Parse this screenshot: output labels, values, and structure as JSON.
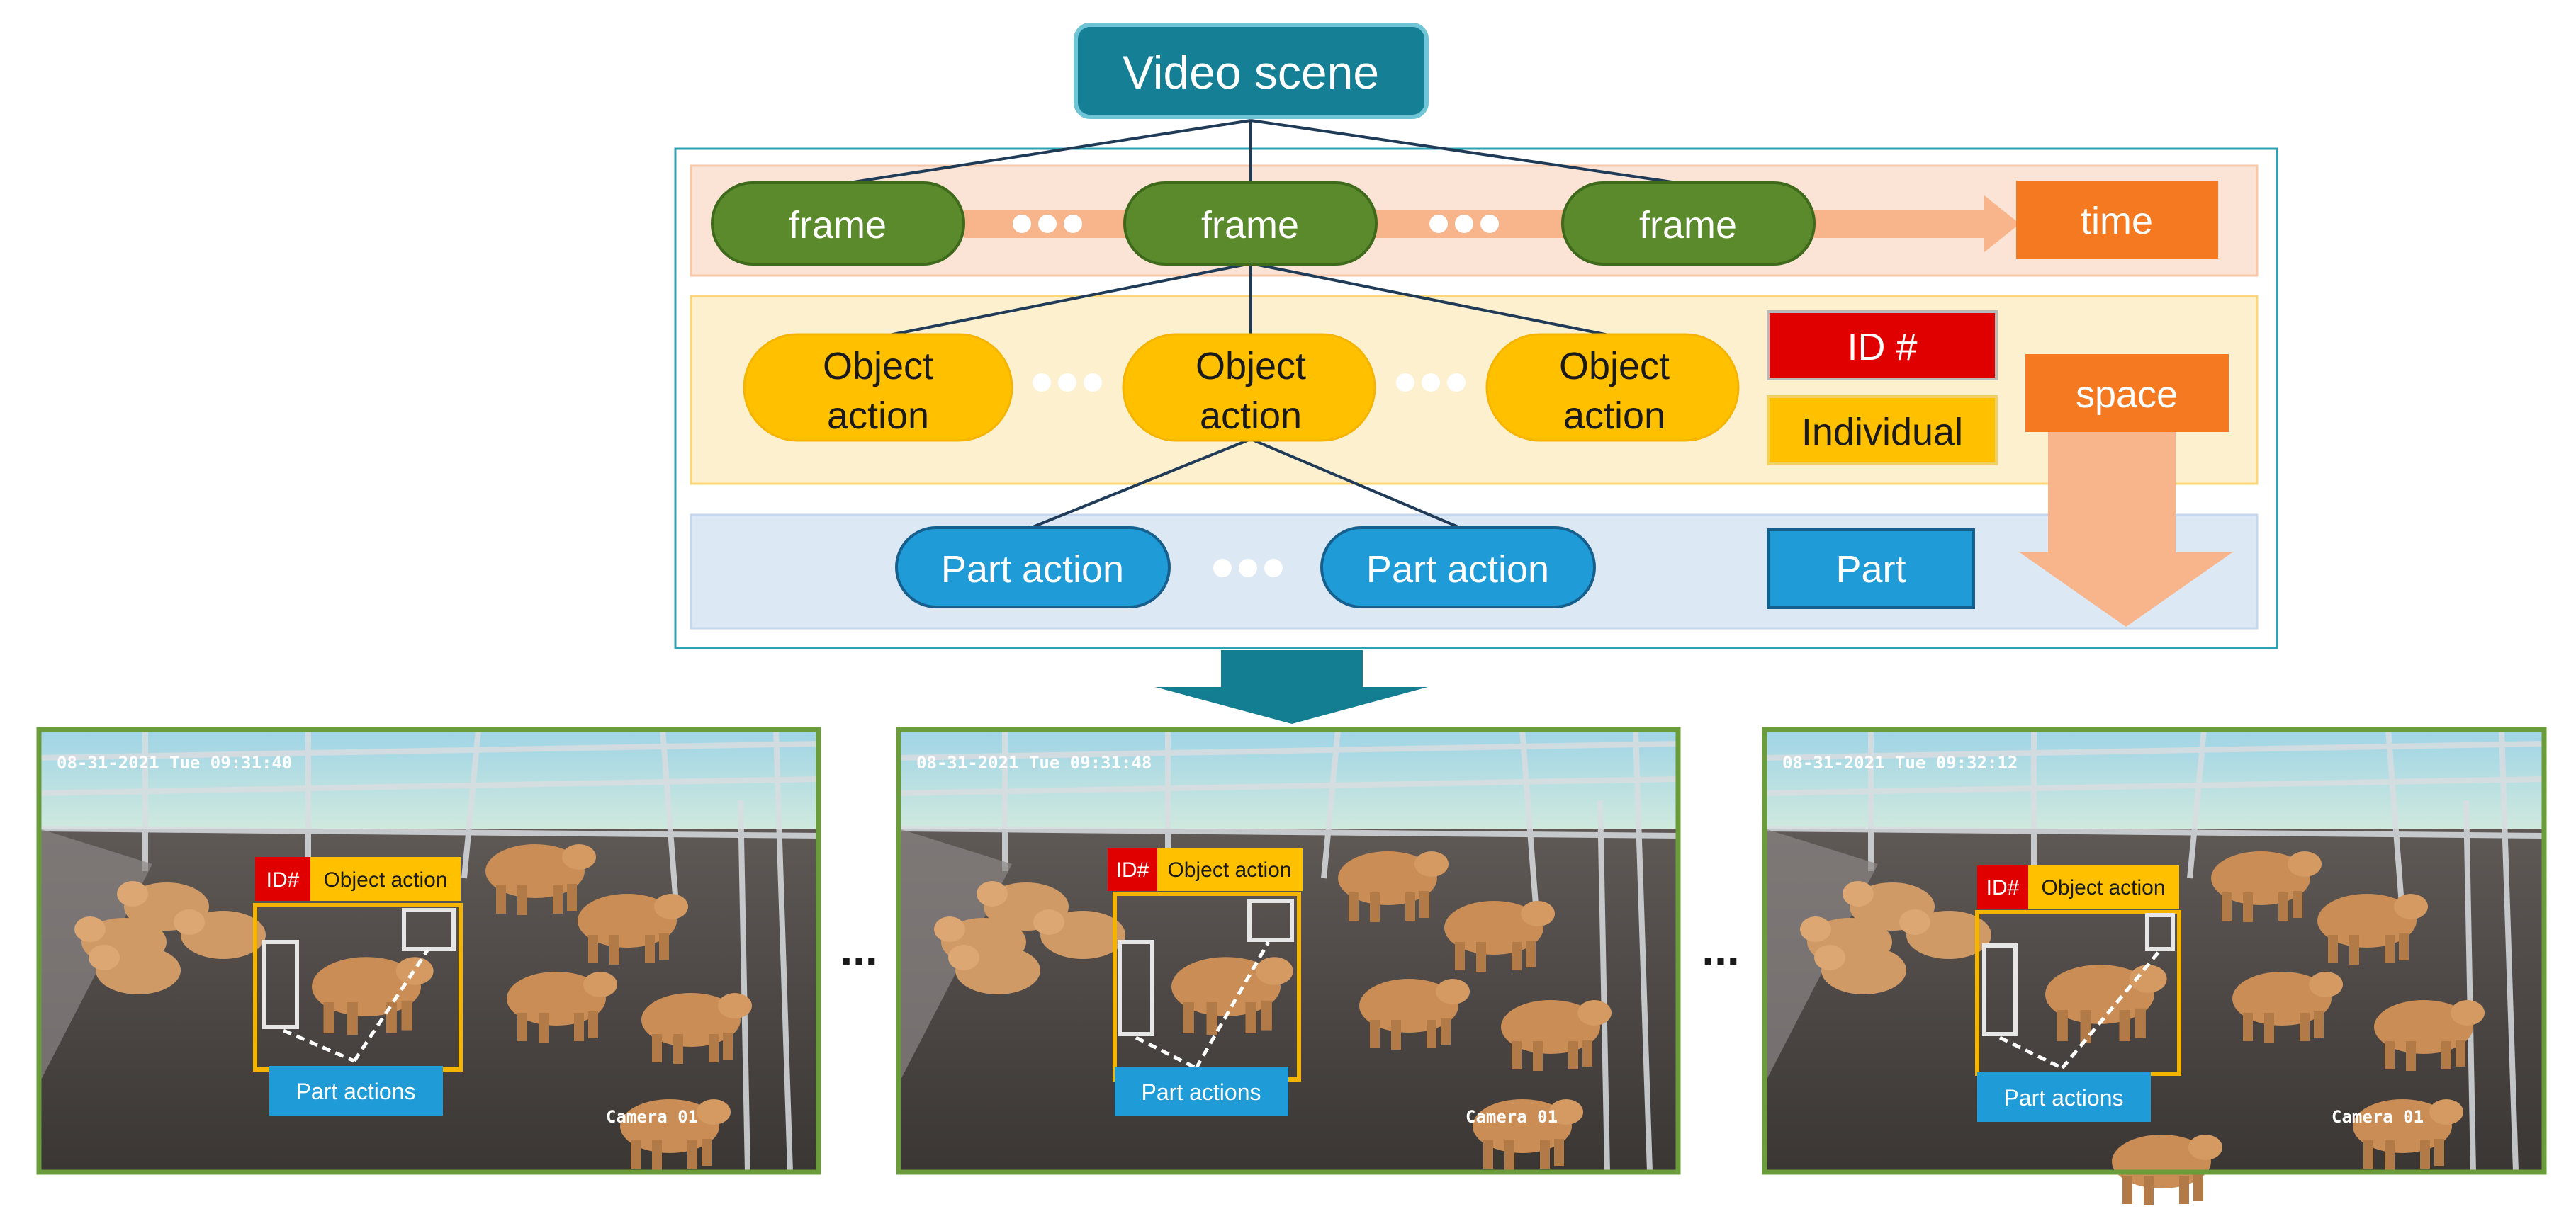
{
  "diagram": {
    "root_label": "Video scene",
    "frame_label": "frame",
    "time_label": "time",
    "object_action_line1": "Object",
    "object_action_line2": "action",
    "id_label": "ID #",
    "individual_label": "Individual",
    "space_label": "space",
    "part_action_label": "Part action",
    "part_label": "Part"
  },
  "frames": [
    {
      "timestamp": "08-31-2021 Tue 09:31:40"
    },
    {
      "timestamp": "08-31-2021 Tue 09:31:48"
    },
    {
      "timestamp": "08-31-2021 Tue 09:32:12"
    }
  ],
  "overlay": {
    "id_tag": "ID#",
    "object_action": "Object action",
    "part_actions": "Part actions",
    "camera": "Camera 01"
  },
  "separator": "...",
  "colors": {
    "root_fill": "#157f96",
    "root_border": "#6fc4d6",
    "frame_green": "#5a8a2c",
    "frame_green_dark": "#3f6a1c",
    "time_orange": "#f47920",
    "band_time": "#fbe4d6",
    "band_object": "#fdf0cf",
    "band_part": "#dce8f4",
    "object_yellow": "#ffc000",
    "id_red": "#e00000",
    "part_blue": "#1f9bd7",
    "arrow_peach": "#f8b48a",
    "teal_arrow": "#137d92",
    "frame_border_green": "#6a9c3a"
  }
}
